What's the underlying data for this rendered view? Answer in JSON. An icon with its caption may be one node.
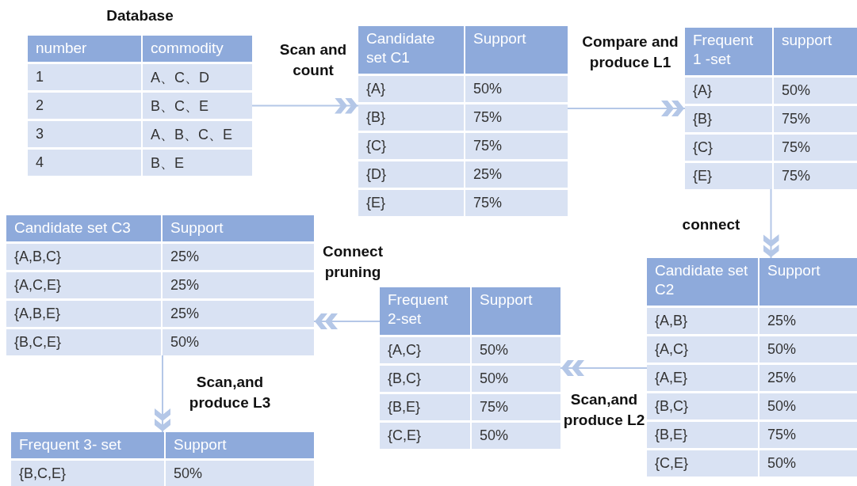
{
  "diagram": {
    "nodes": [
      {
        "text": [
          "Database",
          "number",
          "commodity",
          "1",
          "A、C、D",
          "2",
          "B、C、E",
          "3",
          "A、B、C、E",
          "4",
          "B、E"
        ]
      },
      {
        "text": [
          "Candidate set C1",
          "Support",
          "{A}",
          "50%",
          "{B}",
          "75%",
          "{C}",
          "75%",
          "{D}",
          "25%",
          "{E}",
          "75%"
        ]
      },
      {
        "text": [
          "Frequent 1 -set",
          "support",
          "{A}",
          "50%",
          "{B}",
          "75%",
          "{C}",
          "75%",
          "{E}",
          "75%"
        ]
      },
      {
        "text": [
          "Candidate set C2",
          "Support",
          "{A,B}",
          "25%",
          "{A,C}",
          "50%",
          "{A,E}",
          "25%",
          "{B,C}",
          "50%",
          "{B,E}",
          "75%",
          "{C,E}",
          "50%"
        ]
      },
      {
        "text": [
          "Frequent 2-set",
          "Support",
          "{A,C}",
          "50%",
          "{B,C}",
          "50%",
          "{B,E}",
          "75%",
          "{C,E}",
          "50%"
        ]
      },
      {
        "text": [
          "Candidate set C3",
          "Support",
          "{A,B,C}",
          "25%",
          "{A,C,E}",
          "25%",
          "{A,B,E}",
          "25%",
          "{B,C,E}",
          "50%"
        ]
      },
      {
        "text": [
          "Frequent 3- set",
          "Support",
          "{B,C,E}",
          "50%"
        ]
      }
    ],
    "edges": [
      {
        "from": 0,
        "to": 1,
        "arrow": "to",
        "label": "Scan and count"
      },
      {
        "from": 1,
        "to": 2,
        "arrow": "to",
        "label": "Compare and produce L1"
      },
      {
        "from": 2,
        "to": 3,
        "arrow": "to",
        "label": "connect"
      },
      {
        "from": 3,
        "to": 4,
        "arrow": "to",
        "label": "Scan,and produce L2"
      },
      {
        "from": 4,
        "to": 5,
        "arrow": "to",
        "label": "Connect pruning"
      },
      {
        "from": 5,
        "to": 6,
        "arrow": "to",
        "label": "Scan,and produce L3"
      }
    ]
  }
}
